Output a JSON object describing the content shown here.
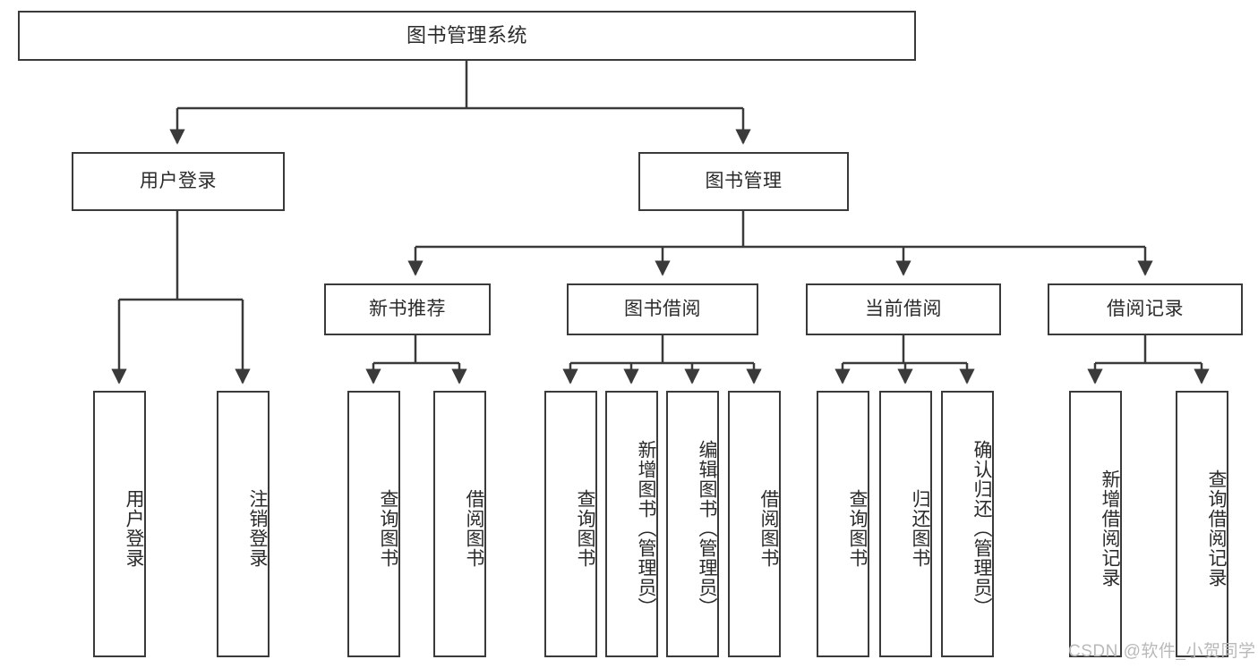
{
  "diagram": {
    "type": "hierarchy-tree",
    "title": "图书管理系统",
    "watermark": "CSDN @软件_小贺同学",
    "colors": {
      "box_border": "#3a3a3a",
      "box_fill": "#ffffff",
      "connector": "#3a3a3a",
      "text": "#2b2b2b",
      "watermark": "#b9b9b9",
      "background": "#ffffff"
    },
    "root": {
      "label": "图书管理系统"
    },
    "level2": [
      {
        "label": "用户登录"
      },
      {
        "label": "图书管理"
      }
    ],
    "level3": [
      {
        "label": "新书推荐"
      },
      {
        "label": "图书借阅"
      },
      {
        "label": "当前借阅"
      },
      {
        "label": "借阅记录"
      }
    ],
    "leaves": {
      "user_login": [
        {
          "label": "用户登录"
        },
        {
          "label": "注销登录"
        }
      ],
      "new_book_recommend": [
        {
          "label": "查询图书"
        },
        {
          "label": "借阅图书"
        }
      ],
      "book_borrow": [
        {
          "label": "查询图书"
        },
        {
          "label": "新增图书（管理员）"
        },
        {
          "label": "编辑图书（管理员）"
        },
        {
          "label": "借阅图书"
        }
      ],
      "current_borrow": [
        {
          "label": "查询图书"
        },
        {
          "label": "归还图书"
        },
        {
          "label": "确认归还（管理员）"
        }
      ],
      "borrow_record": [
        {
          "label": "新增借阅记录"
        },
        {
          "label": "查询借阅记录"
        }
      ]
    }
  }
}
